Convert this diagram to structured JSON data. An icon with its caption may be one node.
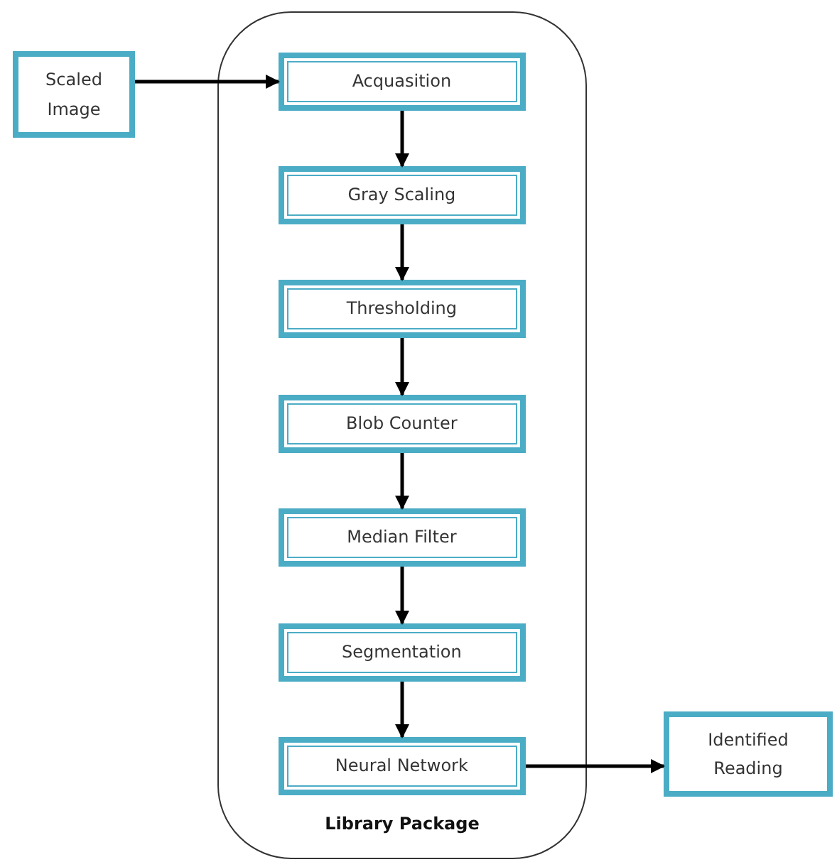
{
  "diagram": {
    "nodes": [
      {
        "text": [
          "Scaled Image"
        ]
      },
      {
        "text": [
          "Library Package"
        ]
      },
      {
        "text": [
          "Acquasition"
        ],
        "in": 1
      },
      {
        "text": [
          "Gray Scaling"
        ],
        "in": 1
      },
      {
        "text": [
          "Thresholding"
        ],
        "in": 1
      },
      {
        "text": [
          "Blob Counter"
        ],
        "in": 1
      },
      {
        "text": [
          "Median Filter"
        ],
        "in": 1
      },
      {
        "text": [
          "Segmentation"
        ],
        "in": 1
      },
      {
        "text": [
          "Neural Network"
        ],
        "in": 1
      },
      {
        "text": [
          "Identified Reading"
        ]
      }
    ],
    "edges": [
      {
        "from": 0,
        "to": 2,
        "arrow": "to"
      },
      {
        "from": 2,
        "to": 3,
        "arrow": "to"
      },
      {
        "from": 3,
        "to": 4,
        "arrow": "to"
      },
      {
        "from": 4,
        "to": 5,
        "arrow": "to"
      },
      {
        "from": 5,
        "to": 6,
        "arrow": "to"
      },
      {
        "from": 6,
        "to": 7,
        "arrow": "to"
      },
      {
        "from": 7,
        "to": 8,
        "arrow": "to"
      },
      {
        "from": 8,
        "to": 9,
        "arrow": "to"
      }
    ]
  }
}
